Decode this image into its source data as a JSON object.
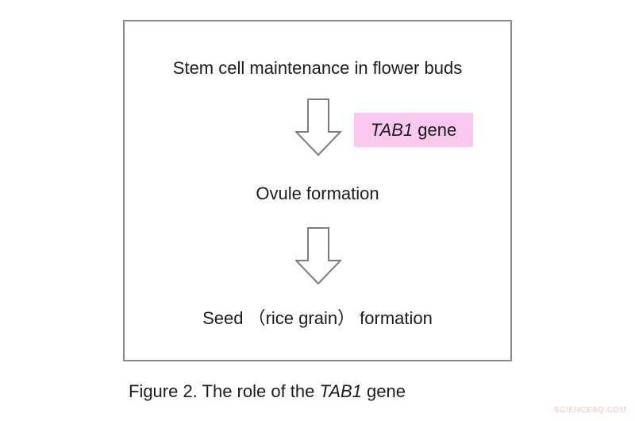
{
  "diagram": {
    "nodes": [
      "Stem cell maintenance in flower buds",
      "Ovule formation",
      "Seed （rice grain） formation"
    ],
    "gene_label": {
      "gene": "TAB1",
      "suffix": " gene"
    },
    "caption": {
      "prefix": "Figure 2. The role of the ",
      "gene": "TAB1",
      "suffix": " gene"
    },
    "colors": {
      "highlight_pink": "#f8c8ee",
      "arrow_outline": "#7d7d7d",
      "frame_border": "#8a8a8a",
      "text": "#1c1c1c",
      "watermark": "#f2c6c6"
    }
  },
  "watermark": "SCIENCEAQ.COM"
}
